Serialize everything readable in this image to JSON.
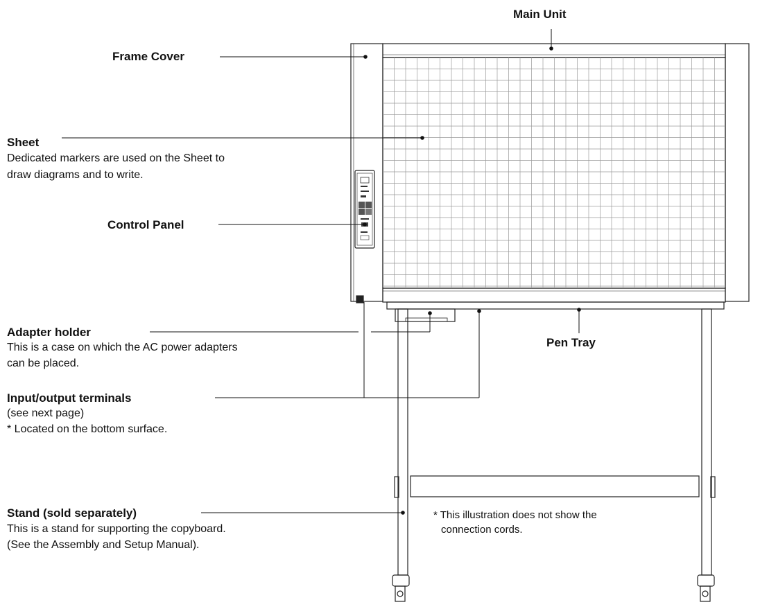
{
  "labels": {
    "main_unit": "Main Unit",
    "frame_cover": "Frame Cover",
    "sheet": {
      "title": "Sheet",
      "desc": [
        "Dedicated markers are used on the Sheet to",
        "draw diagrams and to write."
      ]
    },
    "control_panel": "Control Panel",
    "adapter_holder": {
      "title": "Adapter holder",
      "desc": [
        "This is a case on which the AC power adapters",
        "can be placed."
      ]
    },
    "pen_tray": "Pen Tray",
    "terminals": {
      "title": "Input/output terminals",
      "desc": [
        "(see next page)",
        "* Located on the bottom surface."
      ]
    },
    "stand": {
      "title": "Stand (sold separately)",
      "desc": [
        "This is a stand for supporting the copyboard.",
        "(See the Assembly and Setup Manual)."
      ]
    },
    "note": [
      "* This illustration does not show the",
      "connection cords."
    ]
  }
}
